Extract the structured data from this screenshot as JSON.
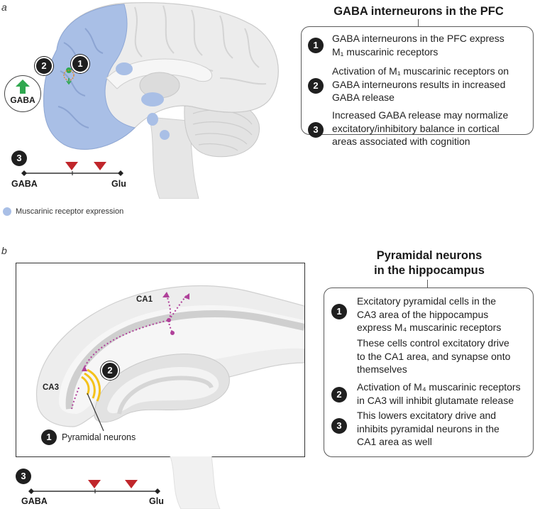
{
  "panel_a": {
    "letter": "a",
    "title": "GABA interneurons in the PFC",
    "gaba_circle_label": "GABA",
    "items": [
      {
        "num": "1",
        "lines": [
          "GABA interneurons in the PFC express",
          "M₁ muscarinic receptors"
        ]
      },
      {
        "num": "2",
        "lines": [
          "Activation of M₁ muscarinic receptors on",
          "GABA interneurons results in increased",
          "GABA release"
        ]
      },
      {
        "num": "3",
        "lines": [
          "Increased GABA release may normalize",
          "excitatory/inhibitory balance in cortical",
          "areas associated with cognition"
        ]
      }
    ],
    "scale": {
      "num": "3",
      "left": "GABA",
      "right": "Glu"
    },
    "legend": "Muscarinic receptor expression",
    "markers": [
      "1",
      "2"
    ]
  },
  "panel_b": {
    "letter": "b",
    "title_lines": [
      "Pyramidal neurons",
      "in the hippocampus"
    ],
    "items": [
      {
        "num": "1",
        "lines": [
          "Excitatory pyramidal cells in the",
          "CA3 area of the hippocampus",
          "express M₄ muscarinic receptors"
        ]
      },
      {
        "num": "",
        "lines": [
          "These cells control excitatory drive",
          "to the CA1 area, and synapse onto",
          "themselves"
        ]
      },
      {
        "num": "2",
        "lines": [
          "Activation of M₄ muscarinic receptors",
          "in CA3 will inhibit glutamate release"
        ]
      },
      {
        "num": "3",
        "lines": [
          "This lowers excitatory drive and",
          "inhibits pyramidal neurons in the",
          "CA1 area as well"
        ]
      }
    ],
    "ca1_label": "CA1",
    "ca3_label": "CA3",
    "pyramidal_num": "1",
    "pyramidal_label": "Pyramidal neurons",
    "marker": "2",
    "scale": {
      "num": "3",
      "left": "GABA",
      "right": "Glu"
    }
  },
  "colors": {
    "receptor_blue": "#a9bfe6",
    "arrow_green": "#2fa84f",
    "marker_red": "#c0262b",
    "dotted_purple": "#b0419a",
    "ca3_yellow": "#f4c21b"
  }
}
